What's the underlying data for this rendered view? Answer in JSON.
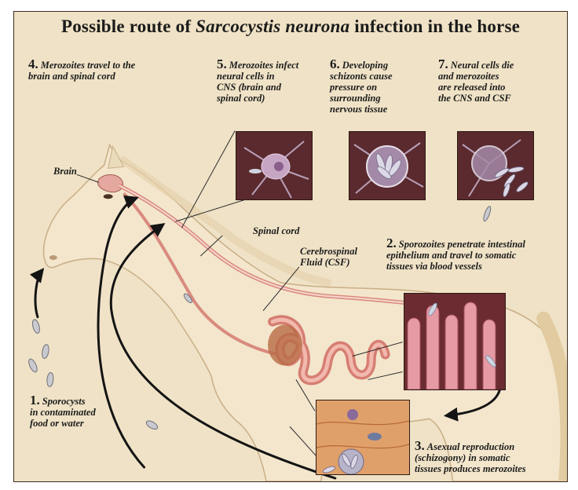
{
  "title": {
    "prefix": "Possible route of ",
    "species": "Sarcocystis neurona",
    "suffix": " infection in the horse"
  },
  "steps": [
    {
      "number": "1.",
      "text": "Sporocysts\nin contaminated\nfood or water"
    },
    {
      "number": "2.",
      "text": "Sporozoites penetrate intestinal\nepithelium and travel to somatic\ntissues via blood vessels"
    },
    {
      "number": "3.",
      "text": "Asexual reproduction\n(schizogony) in somatic\ntissues produces merozoites"
    },
    {
      "number": "4.",
      "text": "Merozoites travel to the\nbrain and spinal cord"
    },
    {
      "number": "5.",
      "text": "Merozoites infect\nneural cells in\nCNS (brain and\nspinal cord)"
    },
    {
      "number": "6.",
      "text": "Developing\nschizonts cause\npressure on\nsurrounding\nnervous tissue"
    },
    {
      "number": "7.",
      "text": "Neural cells die\nand merozoites\nare released into\nthe CNS and CSF"
    }
  ],
  "anatomy": {
    "brain": "Brain",
    "spinal_cord": "Spinal cord",
    "csf": "Cerebrospinal\nFluid (CSF)"
  },
  "colors": {
    "background": "#efe2c6",
    "horse": "#f3e6cc",
    "inset_bg": "#5a2a2e",
    "arrow": "#141414",
    "intestine": "#d98a7e"
  }
}
